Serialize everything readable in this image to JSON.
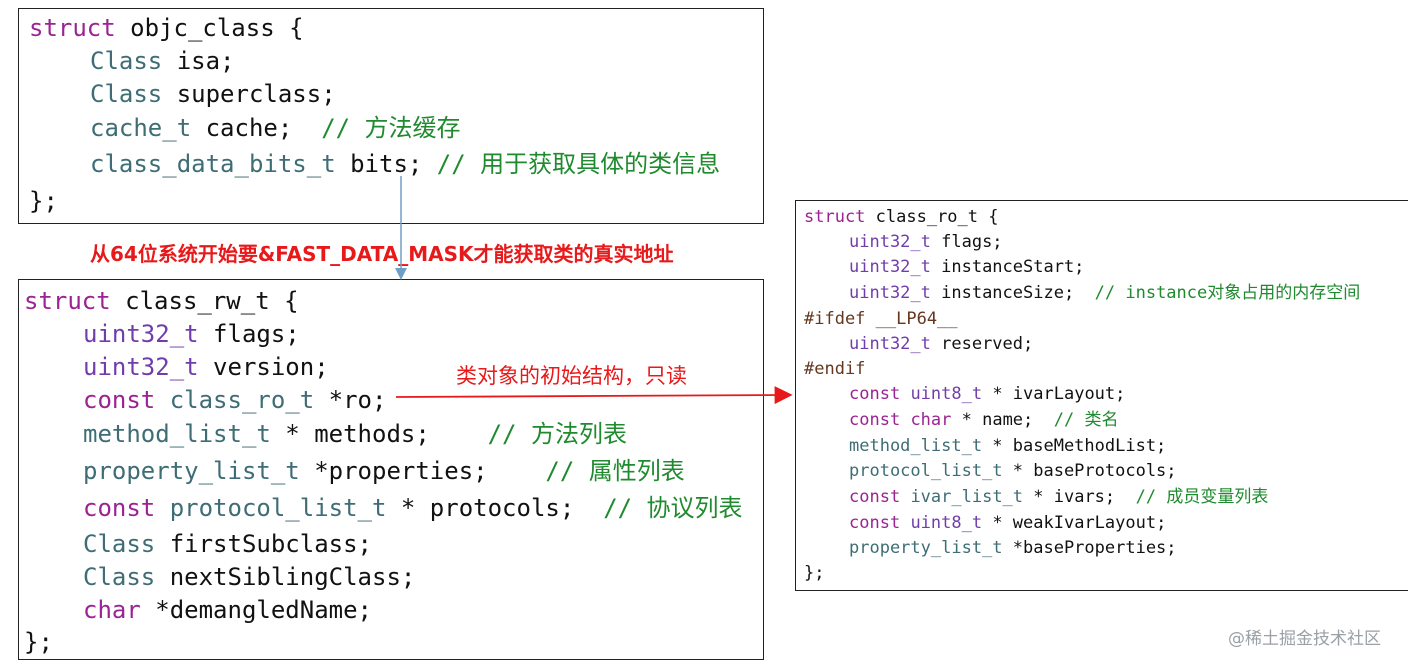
{
  "objc_class": {
    "l1_kw": "struct",
    "l1_rest": " objc_class {",
    "l2_type": "Class",
    "l2_rest": " isa;",
    "l3_type": "Class",
    "l3_rest": " superclass;",
    "l4_type": "cache_t",
    "l4_rest": " cache;  ",
    "l4_comment": "// 方法缓存",
    "l5_type": "class_data_bits_t",
    "l5_rest": " bits; ",
    "l5_comment": "// 用于获取具体的类信息",
    "l6": "};"
  },
  "fast_data_note": "从64位系统开始要&FAST_DATA_MASK才能获取类的真实地址",
  "class_rw_t": {
    "l1_kw": "struct",
    "l1_rest": " class_rw_t {",
    "l2_type": "uint32_t",
    "l2_rest": " flags;",
    "l3_type": "uint32_t",
    "l3_rest": " version;",
    "l4_kw": "const",
    "l4_type": "class_ro_t",
    "l4_rest": " *ro;",
    "l5_type": "method_list_t",
    "l5_rest": " * methods;    ",
    "l5_comment": "// 方法列表",
    "l6_type": "property_list_t",
    "l6_rest": " *properties;    ",
    "l6_comment": "// 属性列表",
    "l7_kw": "const",
    "l7_type": "protocol_list_t",
    "l7_rest": " * protocols;  ",
    "l7_comment": "// 协议列表",
    "l8_type": "Class",
    "l8_rest": " firstSubclass;",
    "l9_type": "Class",
    "l9_rest": " nextSiblingClass;",
    "l10_kw": "char",
    "l10_rest": " *demangledName;",
    "l11": "};"
  },
  "ro_note": "类对象的初始结构，只读",
  "class_ro_t": {
    "l1_kw": "struct",
    "l1_rest": " class_ro_t {",
    "l2_type": "uint32_t",
    "l2_rest": " flags;",
    "l3_type": "uint32_t",
    "l3_rest": " instanceStart;",
    "l4_type": "uint32_t",
    "l4_rest": " instanceSize;  ",
    "l4_comment": "// instance对象占用的内存空间",
    "l5": "#ifdef __LP64__",
    "l6_type": "uint32_t",
    "l6_rest": " reserved;",
    "l7": "#endif",
    "l8_kw": "const",
    "l8_type": "uint8_t",
    "l8_rest": " * ivarLayout;",
    "l9_kw": "const",
    "l9_type": "char",
    "l9_rest": " * name;  ",
    "l9_comment": "// 类名",
    "l10_type": "method_list_t",
    "l10_rest": " * baseMethodList;",
    "l11_type": "protocol_list_t",
    "l11_rest": " * baseProtocols;",
    "l12_kw": "const",
    "l12_type": "ivar_list_t",
    "l12_rest": " * ivars;  ",
    "l12_comment": "// 成员变量列表",
    "l13_kw": "const",
    "l13_type": "uint8_t",
    "l13_rest": " * weakIvarLayout;",
    "l14_type": "property_list_t",
    "l14_rest": " *baseProperties;",
    "l15": "};"
  },
  "watermark": "@稀土掘金技术社区",
  "colors": {
    "keyword": "#9b2393",
    "type": "#3e6d75",
    "type_alt": "#703daa",
    "preprocessor": "#643820",
    "comment": "#1f8a2e",
    "annotation": "#e8191a",
    "connector_blue": "#6f9fc7",
    "watermark": "#9aa0a6"
  }
}
